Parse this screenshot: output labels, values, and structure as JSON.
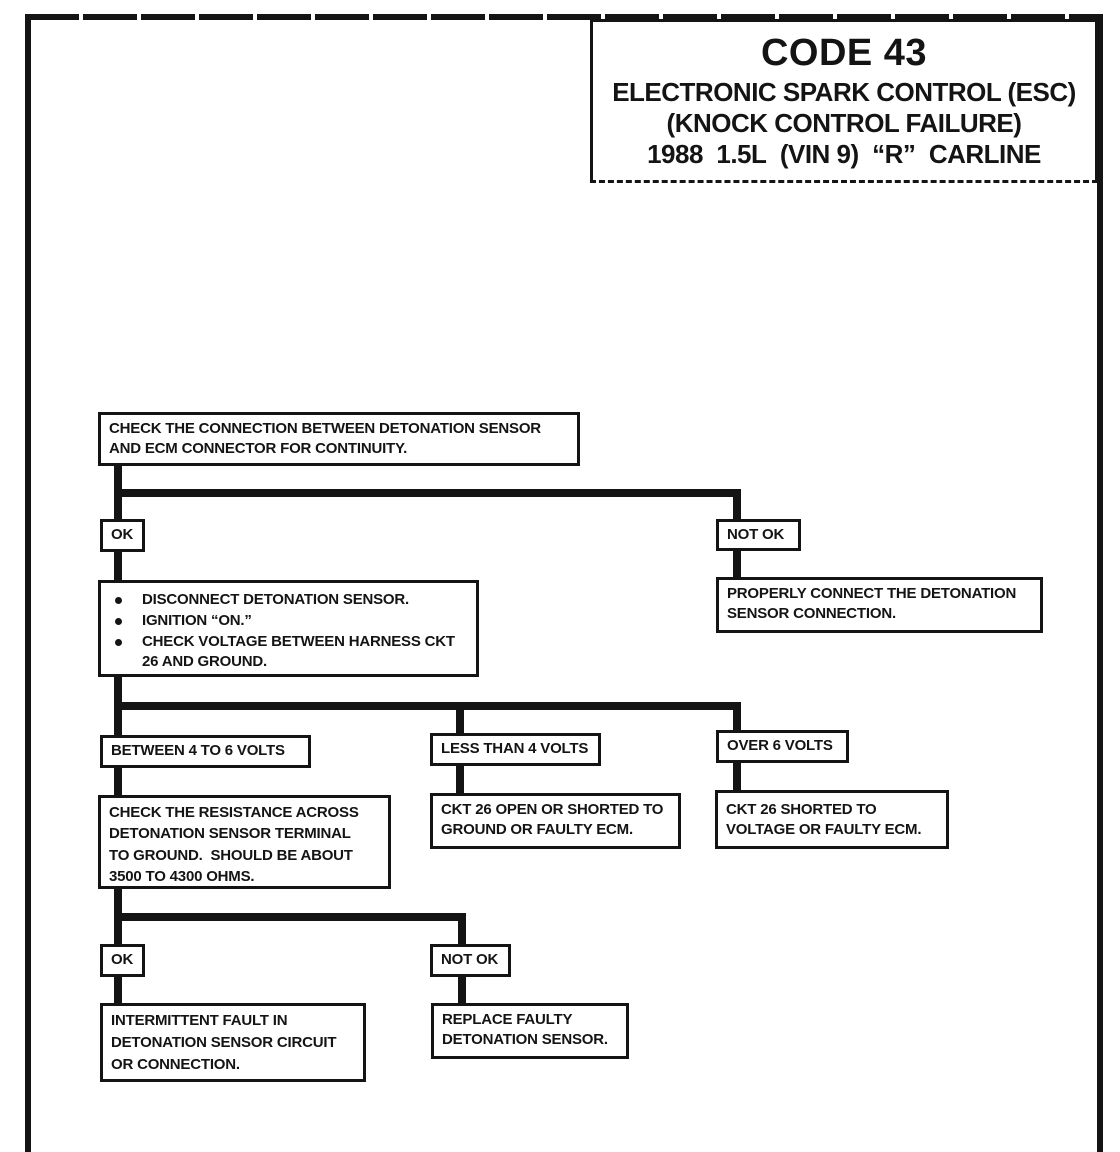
{
  "title": {
    "code": "CODE 43",
    "subtitle_lines": [
      "ELECTRONIC SPARK CONTROL (ESC)",
      "(KNOCK CONTROL FAILURE)",
      "1988  1.5L  (VIN 9)  “R”  CARLINE"
    ]
  },
  "flowchart": {
    "step1": {
      "lines": [
        "CHECK THE CONNECTION BETWEEN DETONATION SENSOR",
        "AND ECM CONNECTOR FOR CONTINUITY."
      ]
    },
    "ok1": "OK",
    "not_ok1": "NOT OK",
    "step2": {
      "bullets": [
        {
          "lines": [
            "DISCONNECT DETONATION SENSOR."
          ]
        },
        {
          "lines": [
            "IGNITION “ON.”"
          ]
        },
        {
          "lines": [
            "CHECK VOLTAGE BETWEEN HARNESS CKT",
            "26 AND GROUND."
          ]
        }
      ]
    },
    "not_ok1_result": {
      "lines": [
        "PROPERLY CONNECT THE DETONATION",
        "SENSOR CONNECTION."
      ]
    },
    "branch_between": "BETWEEN 4 TO 6 VOLTS",
    "branch_less": "LESS THAN 4 VOLTS",
    "branch_over": "OVER 6 VOLTS",
    "step3": {
      "lines": [
        "CHECK THE RESISTANCE ACROSS",
        "DETONATION SENSOR TERMINAL",
        "TO GROUND.  SHOULD BE ABOUT",
        "3500 TO 4300 OHMS."
      ]
    },
    "less_result": {
      "lines": [
        "CKT 26 OPEN OR SHORTED TO",
        "GROUND OR FAULTY ECM."
      ]
    },
    "over_result": {
      "lines": [
        "CKT 26 SHORTED TO",
        "VOLTAGE OR FAULTY ECM."
      ]
    },
    "ok2": "OK",
    "not_ok2": "NOT OK",
    "ok2_result": {
      "lines": [
        "INTERMITTENT FAULT IN",
        "DETONATION SENSOR CIRCUIT",
        "OR CONNECTION."
      ]
    },
    "not_ok2_result": {
      "lines": [
        "REPLACE FAULTY",
        "DETONATION SENSOR."
      ]
    }
  },
  "colors": {
    "ink": "#141414",
    "paper": "#ffffff"
  }
}
